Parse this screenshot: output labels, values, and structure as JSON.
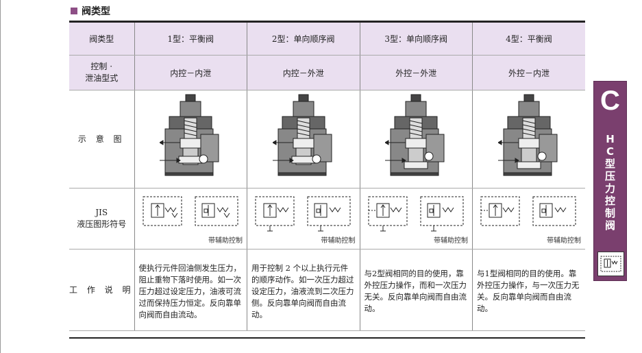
{
  "section_title": "阀类型",
  "header_row": [
    "阀类型",
    "1型：平衡阀",
    "2型：单向顺序阀",
    "3型：单向顺序阀",
    "4型：平衡阀"
  ],
  "drain_row": {
    "label_line1": "控制 ·",
    "label_line2": "泄油型式",
    "values": [
      "内控－内泄",
      "内控－外泄",
      "外控－外泄",
      "外控－内泄"
    ]
  },
  "diagram_row": {
    "label": "示 意 图"
  },
  "jis_row": {
    "label_line1": "JIS",
    "label_line2": "液压图形符号",
    "captions": [
      "带辅助控制",
      "带辅助控制",
      "带辅助控制",
      "带辅助控制"
    ]
  },
  "desc_row": {
    "label": "工 作 说 明",
    "texts": [
      "使执行元件回油侧发生压力，阻止重物下落时使用。如一次压力超过设定压力，油液可流过而保持压力恒定。反向靠单向阀而自由流动。",
      "用于控制 2 个以上执行元件的顺序动作。如一次压力超过设定压力，油液流到二次压力侧。反向靠单向阀而自由流动。",
      "与2型阀相同的目的使用，靠外控压力操作，而和一次压力无关。反向靠单向阀而自由流动。",
      "与1型阀相同的目的使用。靠外控压力操作，与一次压力无关。反向靠单向阀而自由流动。"
    ]
  },
  "side_tab": {
    "letter": "C",
    "title_chars": [
      "H",
      "C",
      "型",
      "压",
      "力",
      "控",
      "制",
      "阀"
    ]
  },
  "colors": {
    "accent": "#7a3f6e",
    "header_bg": "#eadff0"
  }
}
